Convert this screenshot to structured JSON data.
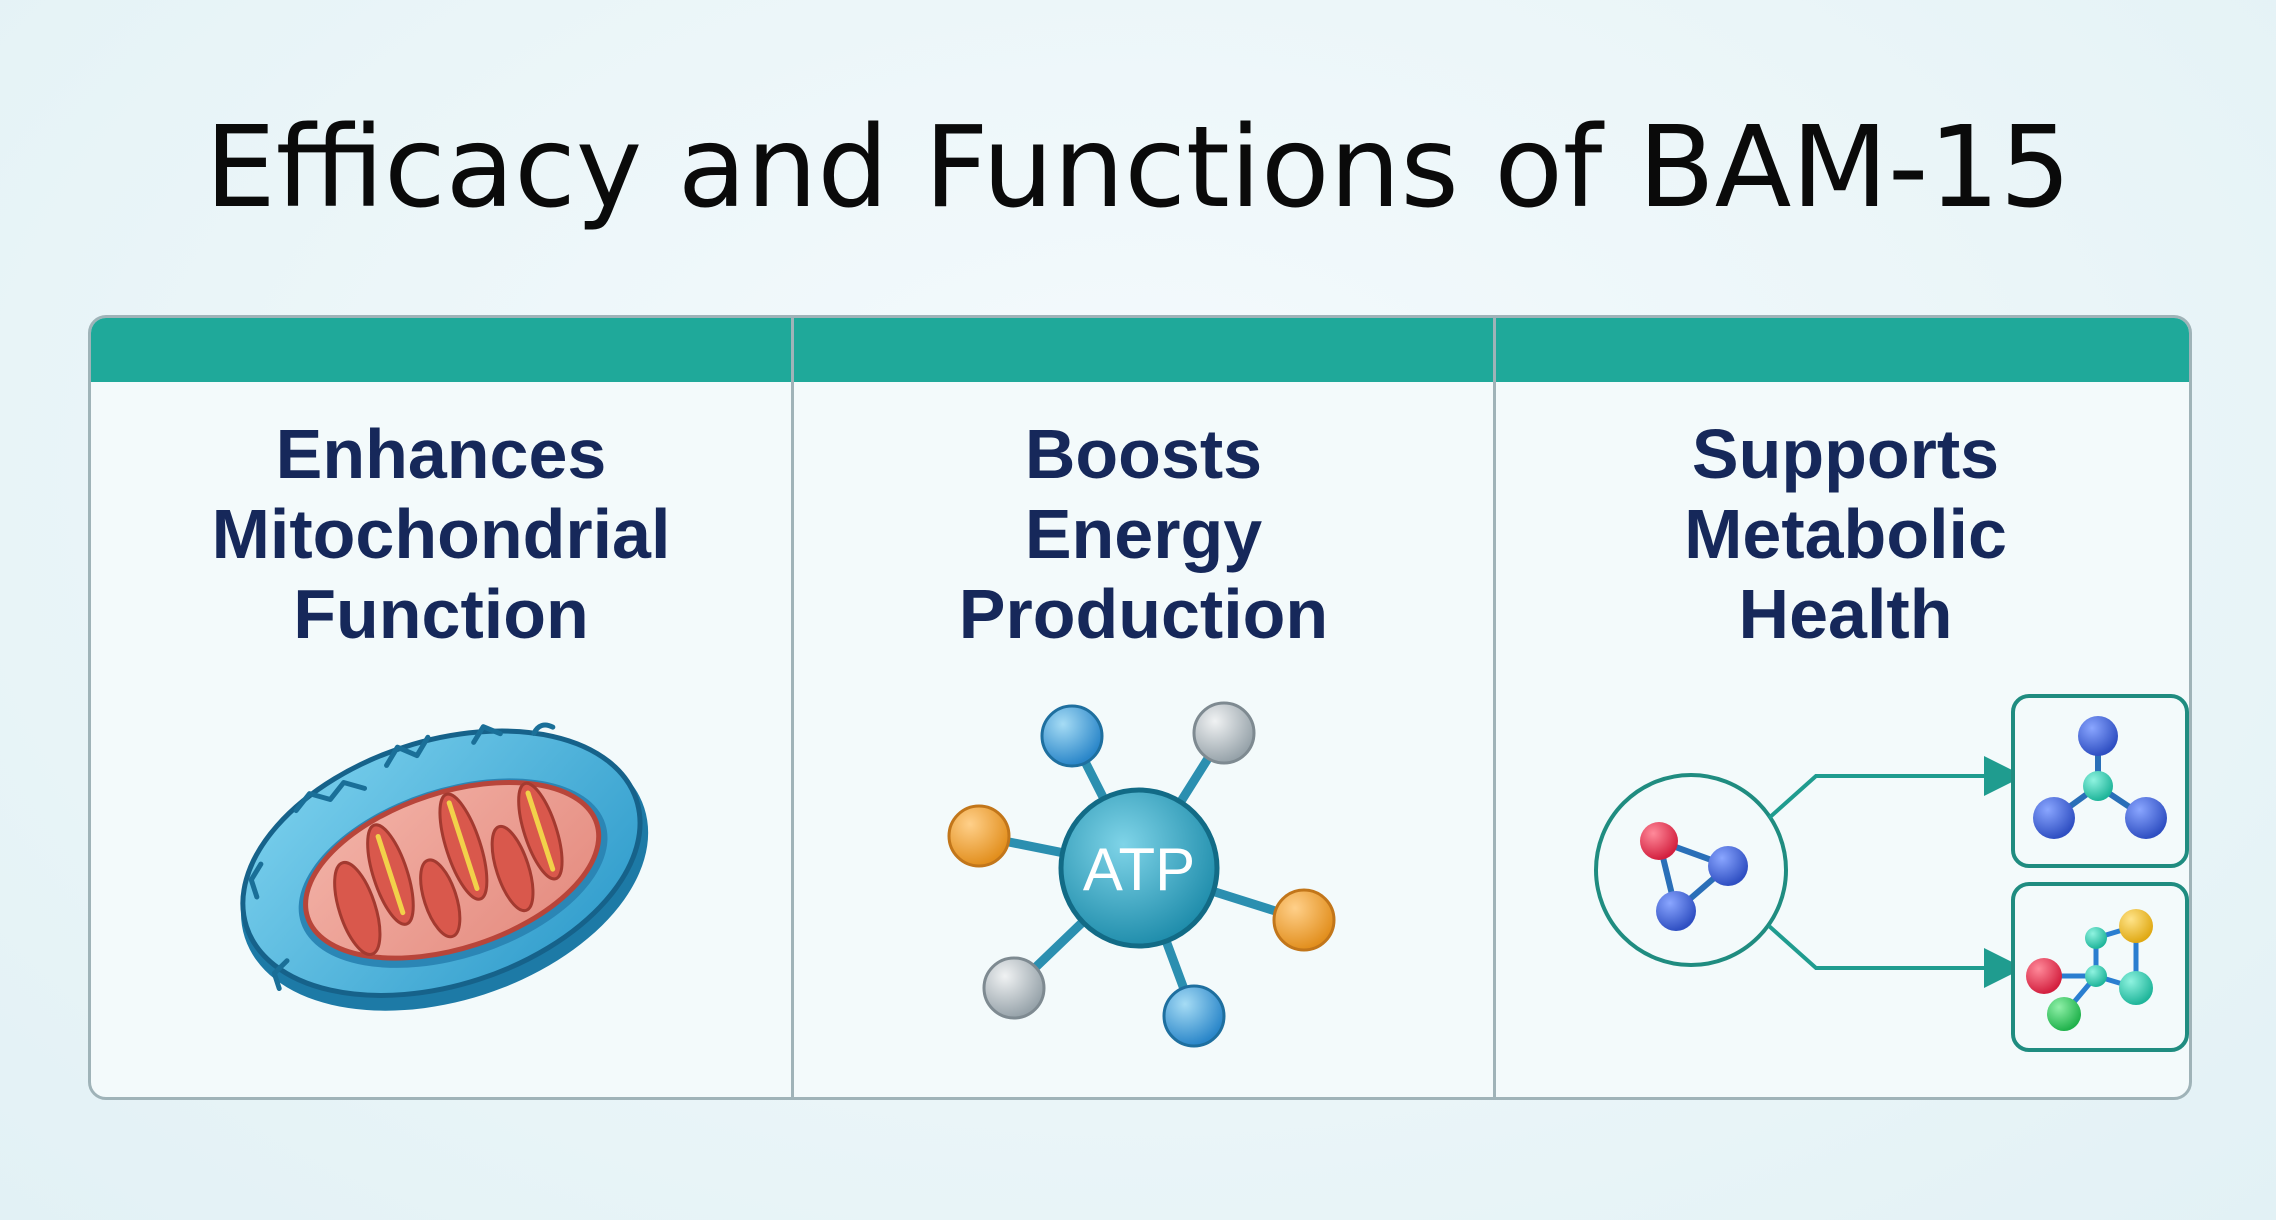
{
  "title": "Efficacy and Functions of BAM-15",
  "colors": {
    "header": "#1fa99a",
    "heading_text": "#16285a",
    "border": "#9fb3b8"
  },
  "panels": [
    {
      "heading": [
        "Enhances",
        "Mitochondrial",
        "Function"
      ],
      "icon": "mitochondrion-icon"
    },
    {
      "heading": [
        "Boosts",
        "Energy",
        "Production"
      ],
      "icon": "atp-molecule-icon",
      "center_label": "ATP"
    },
    {
      "heading": [
        "Supports",
        "Metabolic",
        "Health"
      ],
      "icon": "metabolic-pathway-icon"
    }
  ]
}
